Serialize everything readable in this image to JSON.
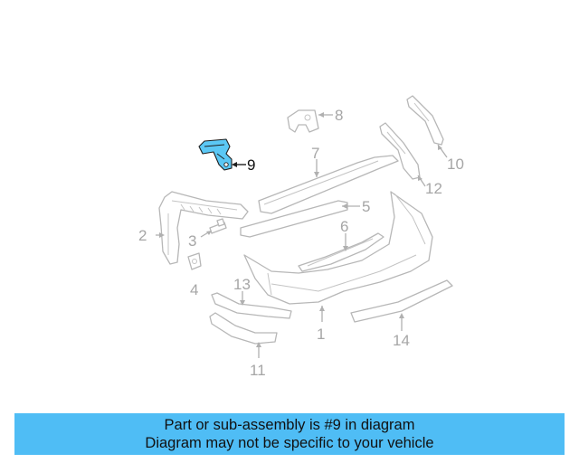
{
  "diagram": {
    "callouts": {
      "c1": "1",
      "c2": "2",
      "c3": "3",
      "c4": "4",
      "c5": "5",
      "c6": "6",
      "c7": "7",
      "c8": "8",
      "c9": "9",
      "c10": "10",
      "c11": "11",
      "c12": "12",
      "c13": "13",
      "c14": "14"
    },
    "highlighted_part": "9",
    "colors": {
      "highlight_fill": "#5bc8f5",
      "banner_background": "#4fbdf5",
      "line_gray": "#b7b7b7"
    }
  },
  "banner": {
    "line1": "Part or sub-assembly is #9 in diagram",
    "line2": "Diagram may not be specific to your vehicle"
  }
}
